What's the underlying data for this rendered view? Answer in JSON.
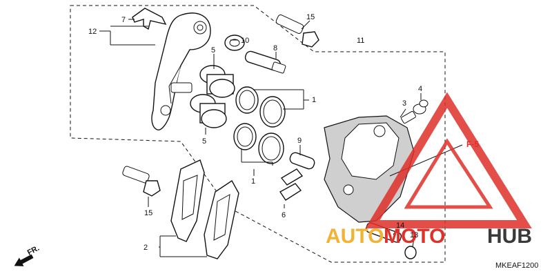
{
  "diagram": {
    "code": "MKEAF1200",
    "direction_label": "FR.",
    "reference_label": "F-5",
    "callouts": [
      {
        "id": "c1a",
        "text": "1"
      },
      {
        "id": "c1b",
        "text": "1"
      },
      {
        "id": "c2",
        "text": "2"
      },
      {
        "id": "c3",
        "text": "3"
      },
      {
        "id": "c4",
        "text": "4"
      },
      {
        "id": "c5a",
        "text": "5"
      },
      {
        "id": "c5b",
        "text": "5"
      },
      {
        "id": "c6",
        "text": "6"
      },
      {
        "id": "c7",
        "text": "7"
      },
      {
        "id": "c8",
        "text": "8"
      },
      {
        "id": "c9",
        "text": "9"
      },
      {
        "id": "c10",
        "text": "10"
      },
      {
        "id": "c11",
        "text": "11"
      },
      {
        "id": "c12",
        "text": "12"
      },
      {
        "id": "c13",
        "text": "13"
      },
      {
        "id": "c14",
        "text": "14"
      },
      {
        "id": "c15a",
        "text": "15"
      },
      {
        "id": "c15b",
        "text": "15"
      }
    ]
  },
  "watermark": {
    "part1": "AUTO",
    "part2": "MOTO",
    "part3": "HUB",
    "colors": {
      "auto": "#f2b233",
      "moto": "#e0302a",
      "hub": "#3a3a3a",
      "triangle": "#e0302a"
    }
  }
}
